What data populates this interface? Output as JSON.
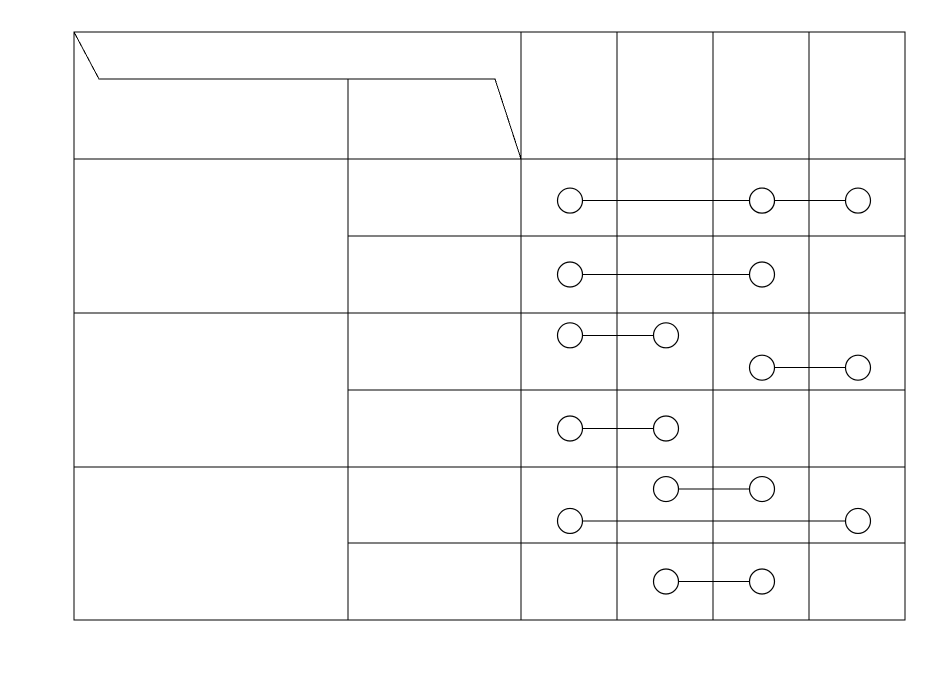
{
  "diagram": {
    "type": "matrix-connection-diagram",
    "column_count": 4,
    "group_count": 3,
    "rows_per_group": 2,
    "line_color": "#000000",
    "node_fill": "#ffffff",
    "rows": [
      {
        "group": 1,
        "sub": 1,
        "links": [
          {
            "from_col": 1,
            "to_col": 3,
            "nodes": [
              1,
              3
            ]
          },
          {
            "from_col": 3,
            "to_col": 4,
            "nodes": [
              3,
              4
            ]
          }
        ]
      },
      {
        "group": 1,
        "sub": 2,
        "links": [
          {
            "from_col": 1,
            "to_col": 3,
            "nodes": [
              1,
              3
            ]
          }
        ]
      },
      {
        "group": 2,
        "sub": 1,
        "links": [
          {
            "from_col": 1,
            "to_col": 2,
            "nodes": [
              1,
              2
            ],
            "level": "upper"
          },
          {
            "from_col": 3,
            "to_col": 4,
            "nodes": [
              3,
              4
            ],
            "level": "lower"
          }
        ]
      },
      {
        "group": 2,
        "sub": 2,
        "links": [
          {
            "from_col": 1,
            "to_col": 2,
            "nodes": [
              1,
              2
            ]
          }
        ]
      },
      {
        "group": 3,
        "sub": 1,
        "links": [
          {
            "from_col": 2,
            "to_col": 3,
            "nodes": [
              2,
              3
            ],
            "level": "upper"
          },
          {
            "from_col": 1,
            "to_col": 4,
            "nodes": [
              1,
              4
            ],
            "level": "lower"
          }
        ]
      },
      {
        "group": 3,
        "sub": 2,
        "links": [
          {
            "from_col": 2,
            "to_col": 3,
            "nodes": [
              2,
              3
            ]
          }
        ]
      }
    ]
  }
}
